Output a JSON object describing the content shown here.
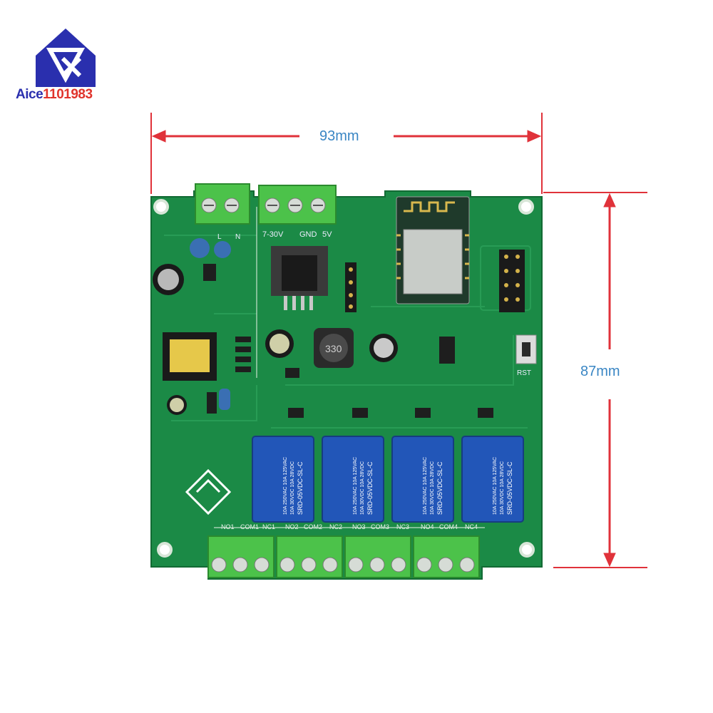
{
  "brand": {
    "part1": "Aice",
    "part2": "1101983"
  },
  "dimensions": {
    "width": "93mm",
    "height": "87mm"
  },
  "colors": {
    "pcb": "#1b8a46",
    "dimension_line": "#e0323a",
    "dimension_text": "#3a86c4",
    "relay": "#2256b8",
    "terminal": "#49c04a"
  },
  "board": {
    "input_labels": [
      "L",
      "N",
      "7-30V",
      "GND",
      "5V"
    ],
    "output_labels": [
      "NO1",
      "COM1",
      "NC1",
      "NO2",
      "COM2",
      "NC2",
      "NO3",
      "COM3",
      "NC3",
      "NO4",
      "COM4",
      "NC4"
    ],
    "inductor_label": "330",
    "reset_label": "RST",
    "relay_text": [
      "10A 250VAC 10A 125VAC",
      "10A 30VDC 10A 28VDC",
      "SRD-05VDC-SL-C"
    ],
    "relay_count": 4
  }
}
